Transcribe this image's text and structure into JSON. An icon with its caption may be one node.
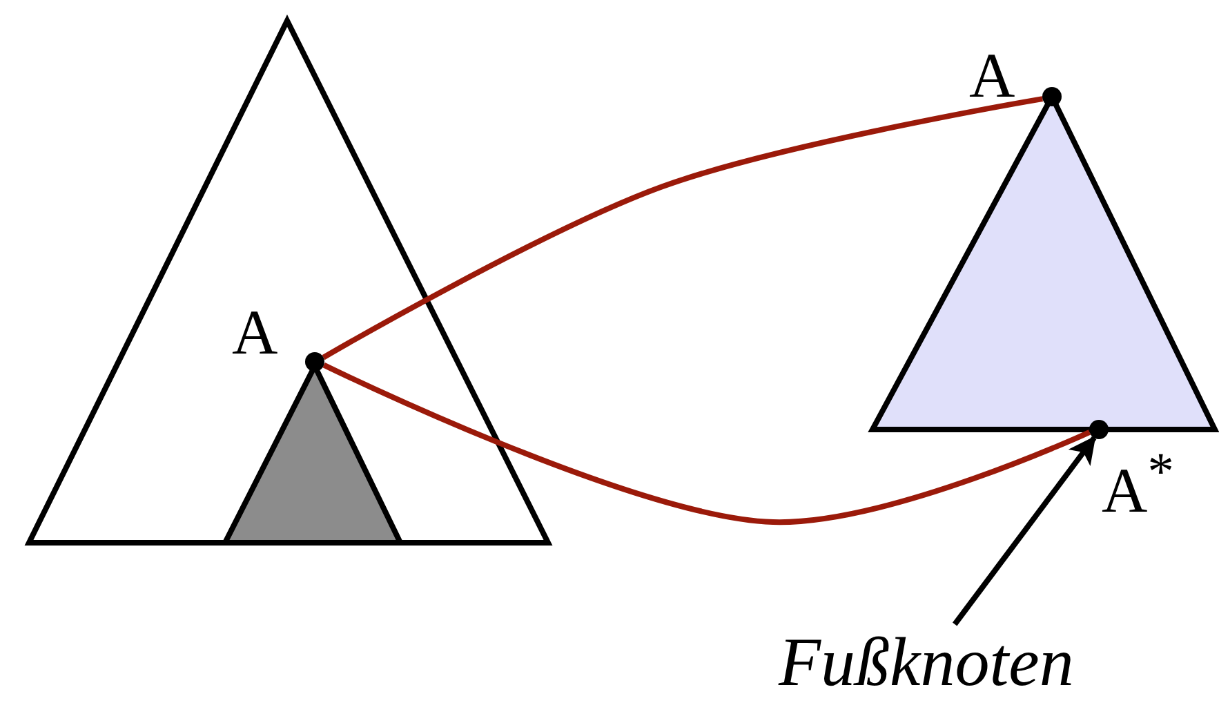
{
  "diagram": {
    "nodes": [
      {
        "text": [],
        "shape": "triangle"
      },
      {
        "text": [],
        "shape": "triangle",
        "in": 0
      },
      {
        "text": [
          "A"
        ],
        "in": 0
      },
      {
        "text": [],
        "shape": "triangle"
      },
      {
        "text": [
          "A"
        ]
      },
      {
        "text": [
          "A$^{*}$"
        ]
      },
      {
        "text": [
          "Fußknoten"
        ]
      }
    ],
    "edges": [
      {
        "from": 2,
        "to": 4,
        "arrow": "none",
        "color": "#9b1a0a"
      },
      {
        "from": 2,
        "to": 5,
        "arrow": "none",
        "color": "#9b1a0a"
      },
      {
        "from": 6,
        "to": 5,
        "arrow": "to",
        "color": "#000000"
      }
    ]
  }
}
